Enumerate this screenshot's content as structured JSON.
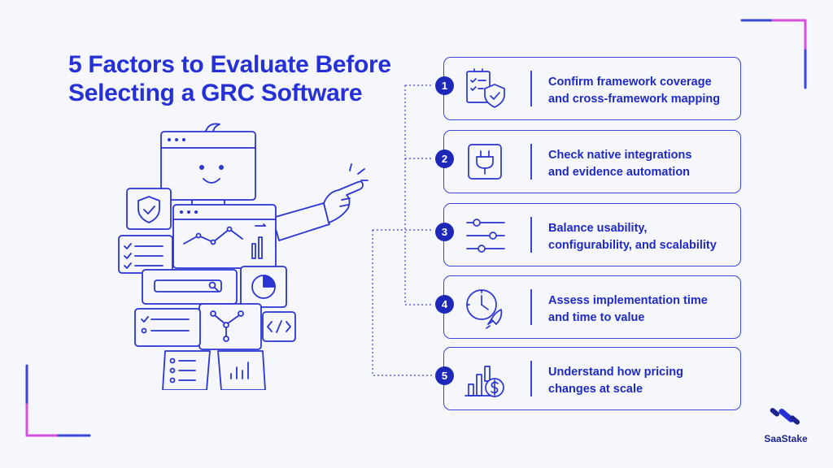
{
  "title": {
    "line1": "5 Factors to Evaluate Before",
    "line2": "Selecting a GRC Software"
  },
  "factors": [
    {
      "number": "1",
      "icon": "checklist-shield-icon",
      "line1": "Confirm framework coverage",
      "line2": "and cross-framework mapping"
    },
    {
      "number": "2",
      "icon": "plug-icon",
      "line1": "Check native integrations",
      "line2": "and evidence automation"
    },
    {
      "number": "3",
      "icon": "sliders-icon",
      "line1": "Balance usability,",
      "line2": "configurability, and scalability"
    },
    {
      "number": "4",
      "icon": "clock-rocket-icon",
      "line1": "Assess implementation time",
      "line2": "and time to value"
    },
    {
      "number": "5",
      "icon": "bar-chart-dollar-icon",
      "line1": "Understand how pricing",
      "line2": "changes at scale"
    }
  ],
  "illustration": {
    "subject": "robot-pointing-illustration"
  },
  "brand": {
    "name": "SaaStake",
    "logo": "saastake-logo-icon"
  },
  "colors": {
    "primary": "#2531d6",
    "outline": "#3b46d8",
    "badge": "#1d27b8",
    "background": "#f6f7fc",
    "accent_pink": "#d64fd9"
  }
}
